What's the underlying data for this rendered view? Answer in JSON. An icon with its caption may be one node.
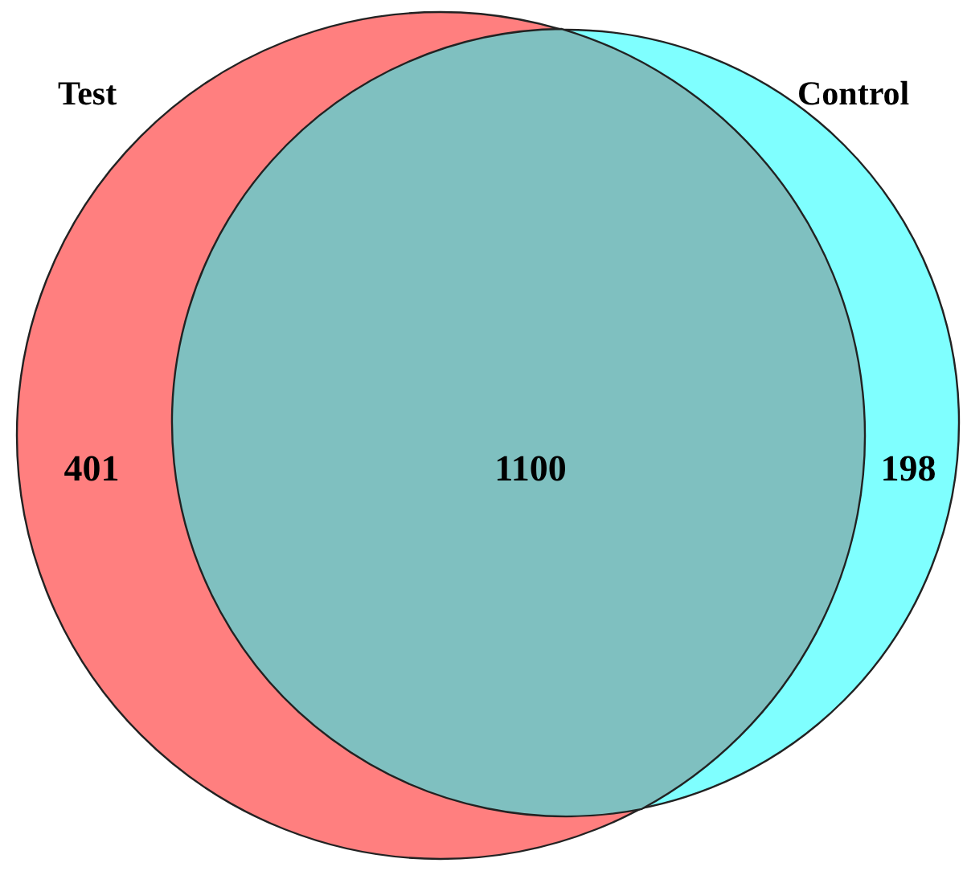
{
  "diagram": {
    "nodes": [
      {
        "text": [
          "Test"
        ]
      },
      {
        "text": [
          "Control"
        ]
      }
    ],
    "labels": [
      "401",
      "1100",
      "198"
    ]
  }
}
